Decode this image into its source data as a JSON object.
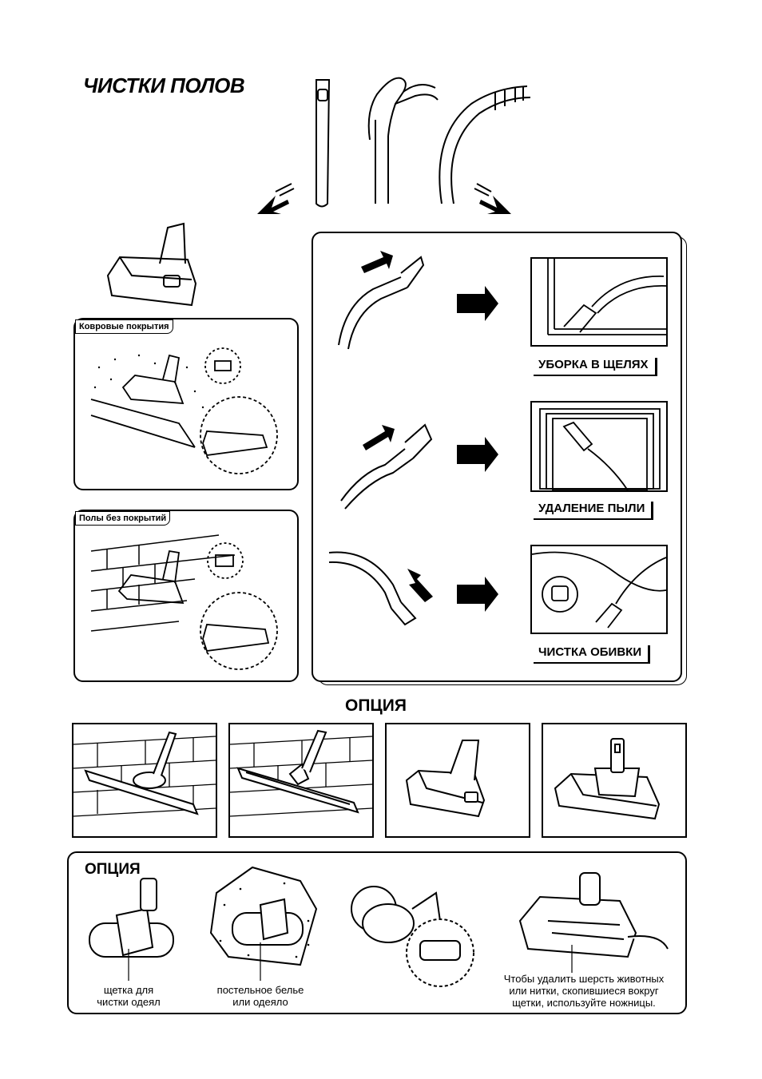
{
  "page": {
    "title": "ЧИСТКИ ПОЛОВ"
  },
  "left_panels": {
    "carpet_label": "Ковровые покрытия",
    "bare_floor_label": "Полы без покрытий"
  },
  "right_panel": {
    "items": [
      {
        "label": "УБОРКА В ЩЕЛЯХ"
      },
      {
        "label": "УДАЛЕНИЕ ПЫЛИ"
      },
      {
        "label": "ЧИСТКА ОБИВКИ"
      }
    ]
  },
  "option_section": {
    "title": "ОПЦИЯ"
  },
  "bottom_panel": {
    "title": "ОПЦИЯ",
    "caption_brush_line1": "щетка для",
    "caption_brush_line2": "чистки одеял",
    "caption_bed_line1": "постельное белье",
    "caption_bed_line2": "или одеяло",
    "caption_scissors_line1": "Чтобы удалить шерсть животных",
    "caption_scissors_line2": "или нитки, скопившиеся вокруг",
    "caption_scissors_line3": "щетки, используйте ножницы."
  },
  "icons": [
    "arrow-icon",
    "brush-icon",
    "hose-icon",
    "wand-icon",
    "crevice-tool-icon",
    "scissors-icon"
  ]
}
